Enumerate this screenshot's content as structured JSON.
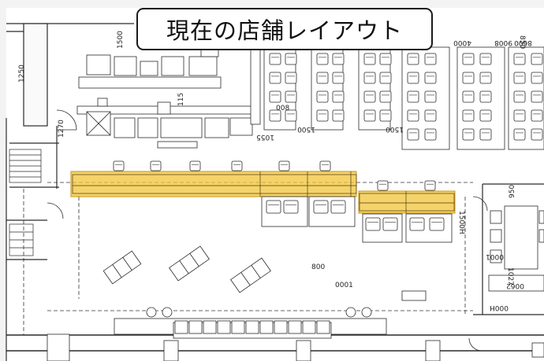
{
  "title": "現在の店舗レイアウト",
  "colors": {
    "highlight_fill": "#f2c438",
    "highlight_stroke": "#c8940c",
    "line": "#2a2a2a",
    "background": "#f3f3f3"
  },
  "labels": {
    "dim_1500_top": "1500",
    "dim_1500_mid": "1500",
    "dim_1500_right": "1500",
    "dim_1055": "1055",
    "dim_1500_rot": "1500H",
    "dim_950": "950",
    "dim_0062": "0062",
    "dim_0001": "0001",
    "dim_1027": "1027",
    "dim_000h": "000H",
    "dim_1270": "1270",
    "dim_1250": "1250",
    "dim_4000": "4000",
    "dim_850": "850",
    "dim_9008": "9008",
    "dim_008": "008",
    "dim_8600": "8600",
    "dim_115": "115",
    "dim_800": "800",
    "dim_0001b": "0001"
  }
}
